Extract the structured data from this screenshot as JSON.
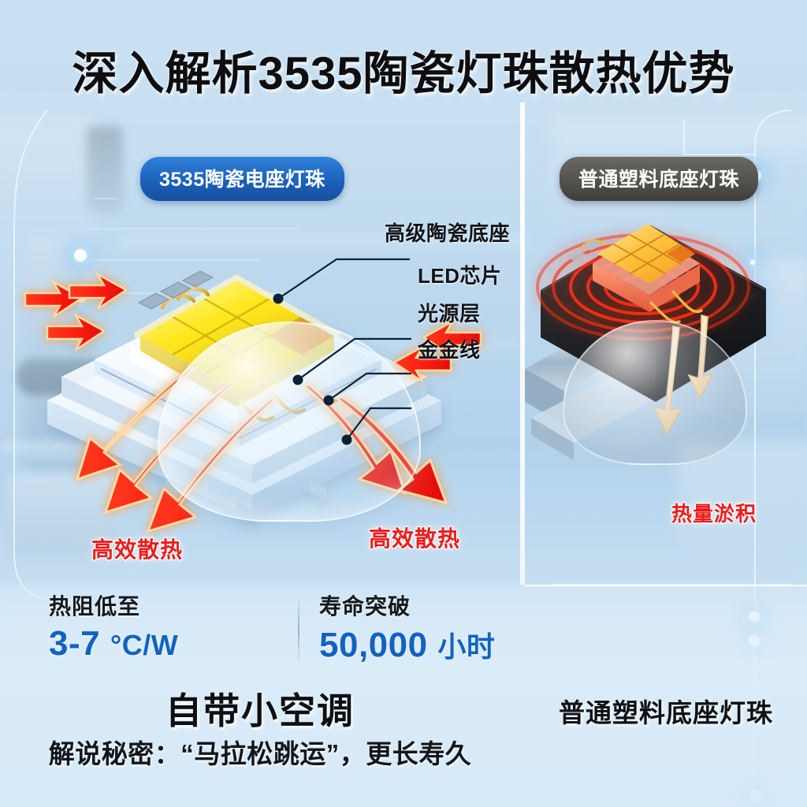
{
  "header": {
    "title": "深入解析3535陶瓷灯珠散热优势"
  },
  "panels": {
    "left": {
      "badge": "3535陶瓷电座灯珠",
      "callouts": [
        {
          "label": "高级陶瓷底座"
        },
        {
          "label": "LED芯片"
        },
        {
          "label": "光源层"
        },
        {
          "label": "金金线"
        }
      ],
      "heat_labels": [
        {
          "label": "高效散热"
        },
        {
          "label": "高效散热"
        }
      ]
    },
    "right": {
      "badge": "普通塑料底座灯珠",
      "heat_label": "热量淤积",
      "caption": "普通塑料底座灯珠"
    }
  },
  "stats": [
    {
      "caption": "热阻低至",
      "value": "3-7",
      "unit": "°C/W"
    },
    {
      "caption": "寿命突破",
      "value": "50,000",
      "unit": "小时"
    }
  ],
  "footer": {
    "headline": "自带小空调",
    "subline": "解说秘密：“马拉松跳运”，更长寿久"
  },
  "colors": {
    "badge_blue": "#1a5fb8",
    "badge_gray": "#514f4b",
    "stat_blue": "#1263c0",
    "heat_red": "#ef1b1b",
    "background_blue": "#c2dcef",
    "chip_yellow": "#f5e218",
    "plastic_black": "#1e1f21"
  }
}
